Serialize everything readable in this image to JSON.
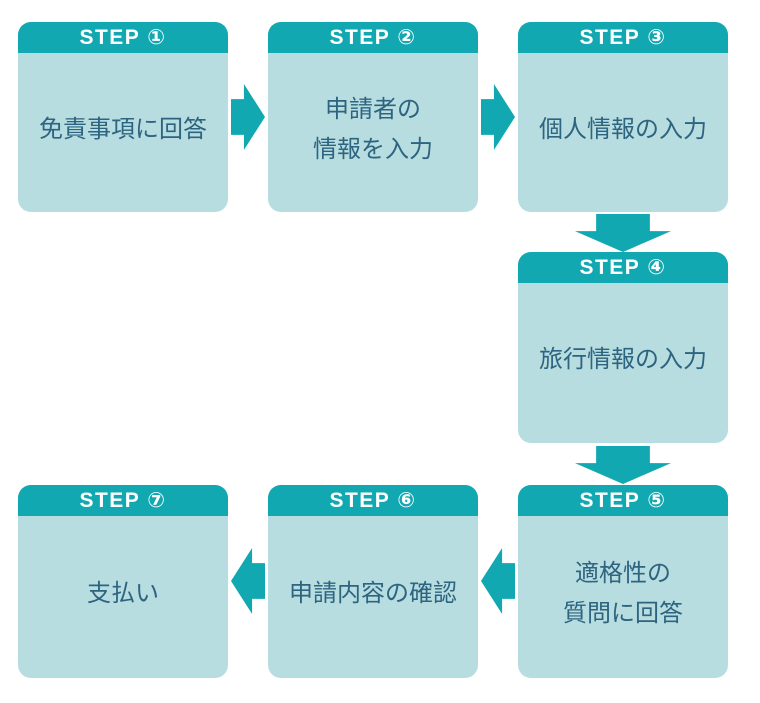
{
  "diagram": {
    "title": "Application steps flowchart",
    "language": "ja"
  },
  "colors": {
    "teal": "#12a8b2",
    "body": "#b8dde0",
    "text": "#2d6480",
    "headerText": "#ffffff"
  },
  "steps": [
    {
      "id": 1,
      "label": "STEP ①",
      "lines": [
        "免責事項に回答"
      ]
    },
    {
      "id": 2,
      "label": "STEP ②",
      "lines": [
        "申請者の",
        "情報を入力"
      ]
    },
    {
      "id": 3,
      "label": "STEP ③",
      "lines": [
        "個人情報の入力"
      ]
    },
    {
      "id": 4,
      "label": "STEP ④",
      "lines": [
        "旅行情報の入力"
      ]
    },
    {
      "id": 5,
      "label": "STEP ⑤",
      "lines": [
        "適格性の",
        "質問に回答"
      ]
    },
    {
      "id": 6,
      "label": "STEP ⑥",
      "lines": [
        "申請内容の確認"
      ]
    },
    {
      "id": 7,
      "label": "STEP ⑦",
      "lines": [
        "支払い"
      ]
    }
  ],
  "connections": [
    {
      "from": 1,
      "to": 2,
      "direction": "right"
    },
    {
      "from": 2,
      "to": 3,
      "direction": "right"
    },
    {
      "from": 3,
      "to": 4,
      "direction": "down"
    },
    {
      "from": 4,
      "to": 5,
      "direction": "down"
    },
    {
      "from": 5,
      "to": 6,
      "direction": "left"
    },
    {
      "from": 6,
      "to": 7,
      "direction": "left"
    }
  ]
}
